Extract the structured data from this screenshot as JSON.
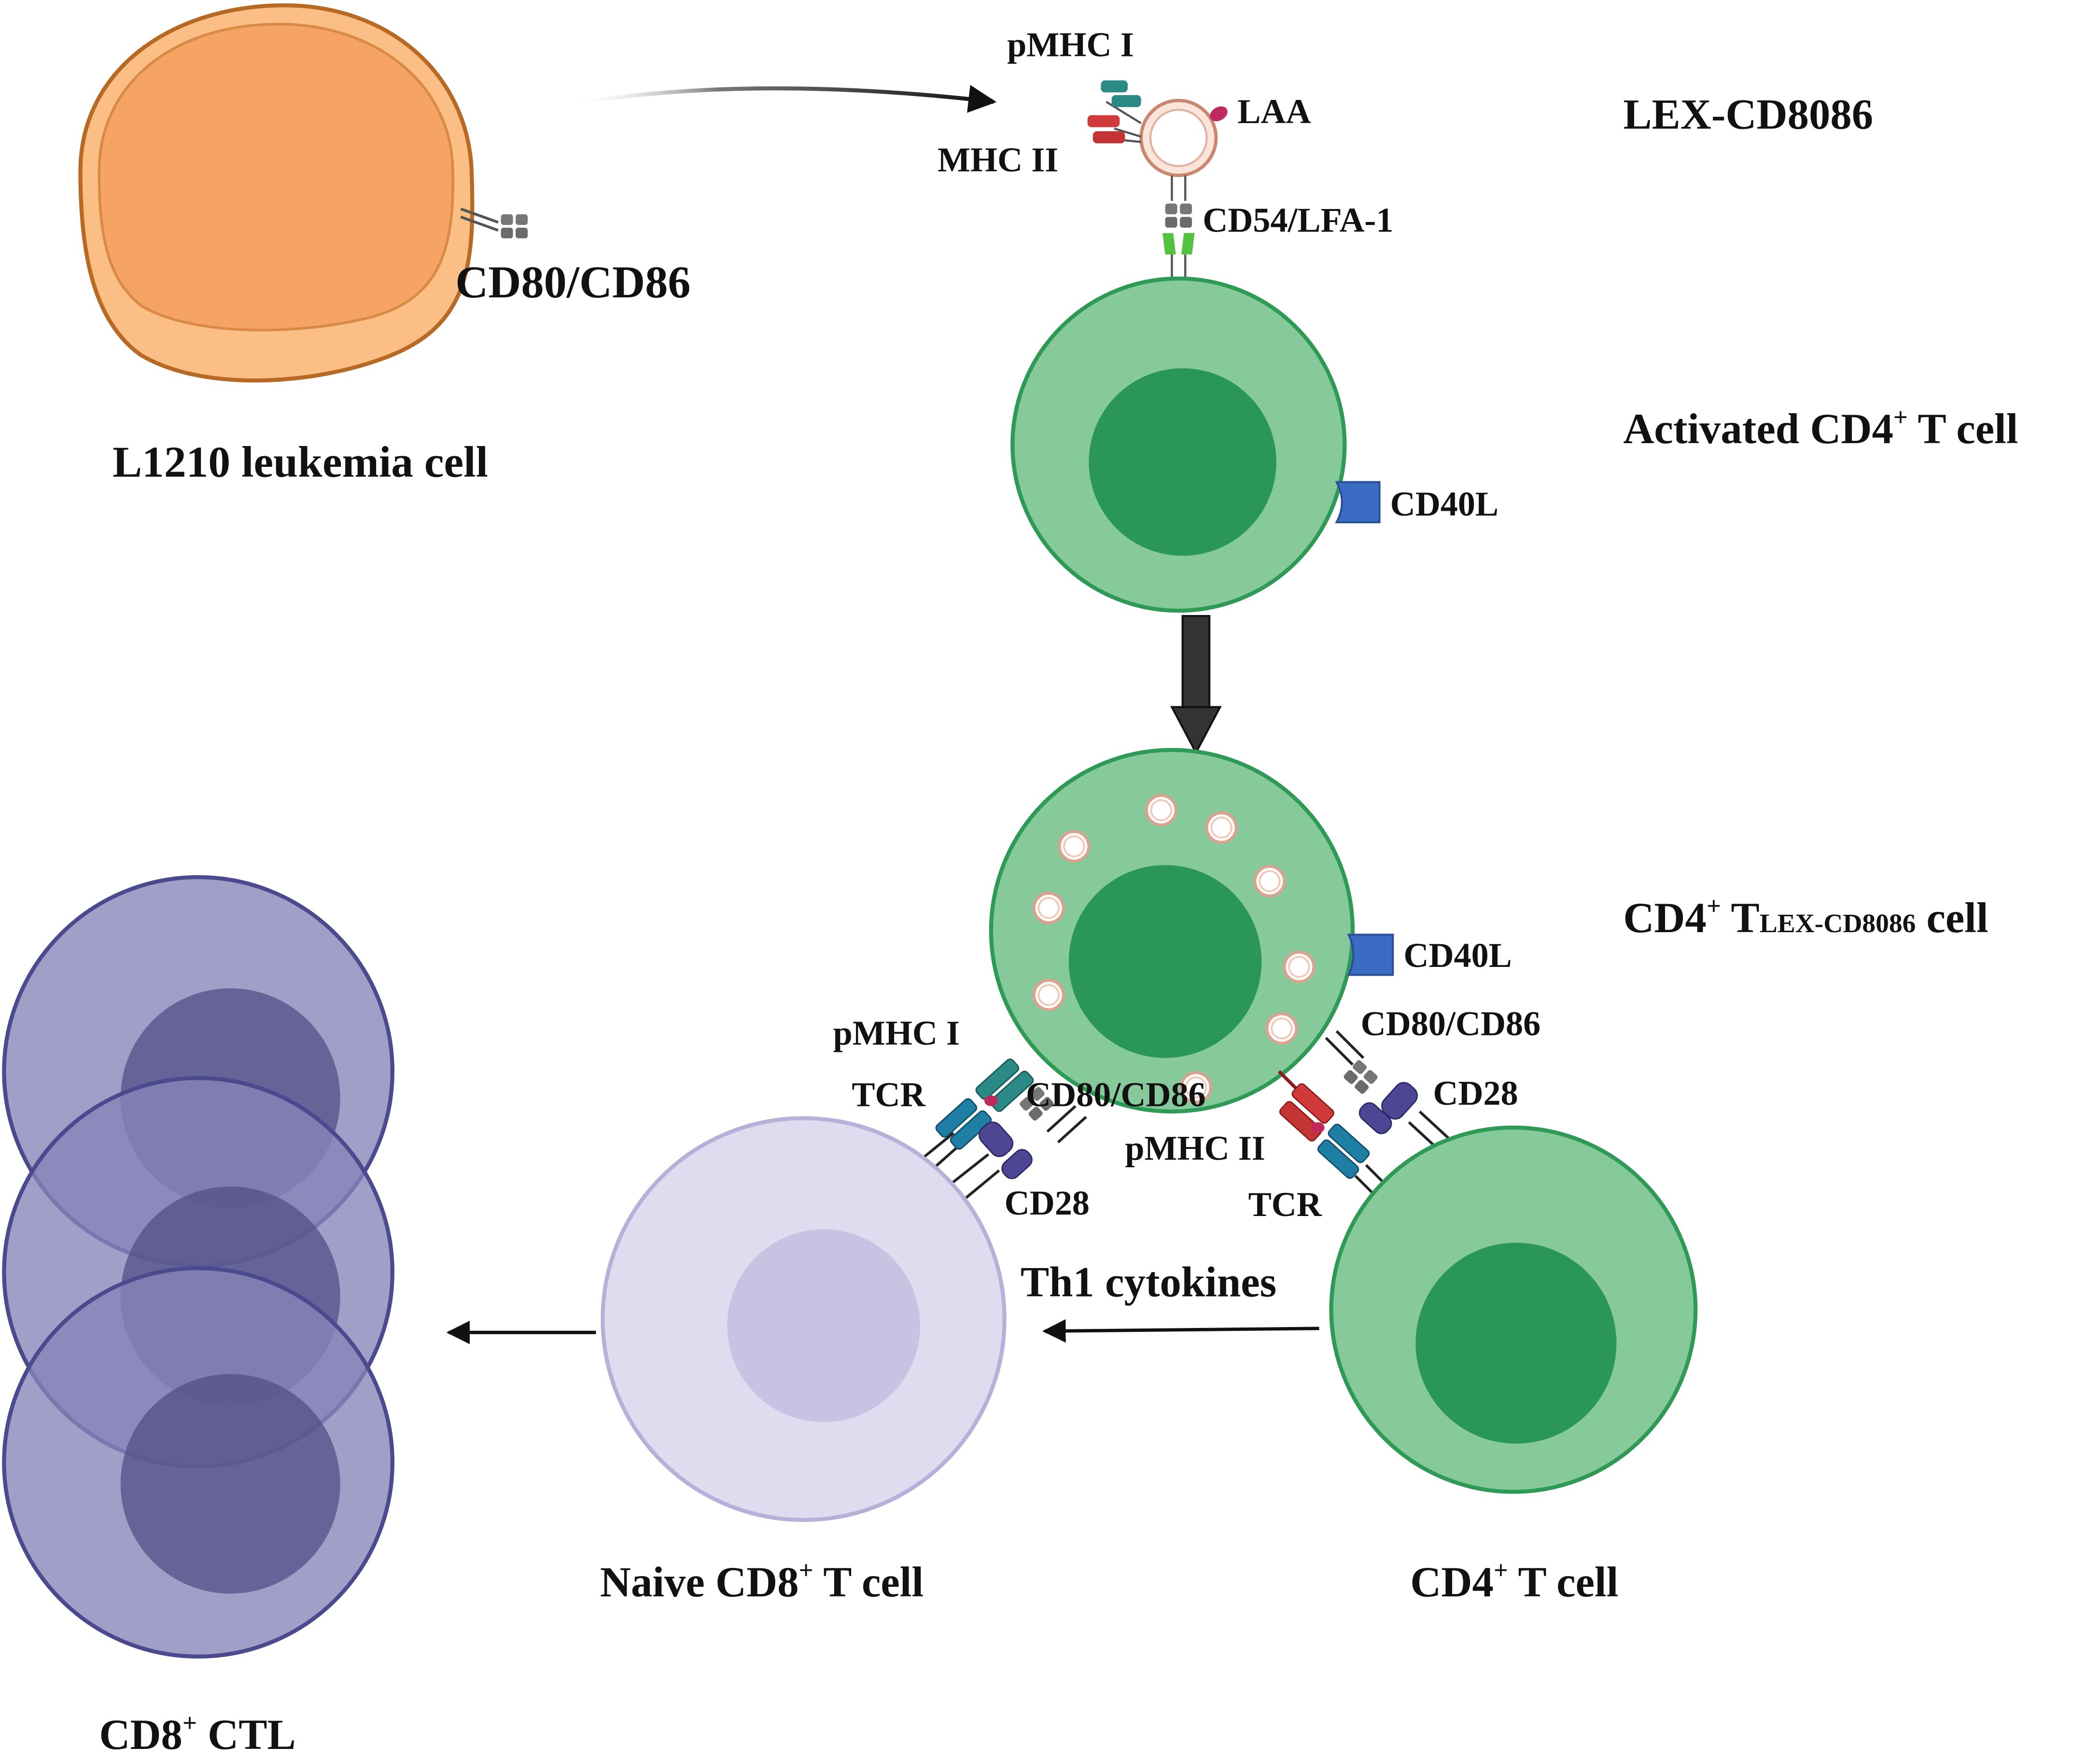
{
  "labels": {
    "leukemia_cell": "L1210 leukemia cell",
    "cd80_cd86_tumor": "CD80/CD86",
    "pmhc1_top": "pMHC I",
    "mhc2_top": "MHC II",
    "laa": "LAA",
    "cd54_lfa1": "CD54/LFA-1",
    "lex_title": "LEX-CD8086",
    "activated_cd4_main": "Activated CD4",
    "activated_cd4_sup": "+",
    "activated_cd4_tail": " T cell",
    "cd40l_top": "CD40L",
    "cd4_tlex_main": "CD4",
    "cd4_tlex_sup": "+",
    "cd4_tlex_t": " T",
    "cd4_tlex_sub": "LEX-CD8086",
    "cd4_tlex_tail": " cell",
    "cd40l_mid": "CD40L",
    "pmhc1_left": "pMHC I",
    "tcr_left": "TCR",
    "cd80_cd86_left": "CD80/CD86",
    "cd28_left": "CD28",
    "cd80_cd86_right": "CD80/CD86",
    "cd28_right": "CD28",
    "pmhc2_right": "pMHC II",
    "tcr_right": "TCR",
    "th1_cytokines": "Th1 cytokines",
    "naive_cd8_main": "Naive CD8",
    "naive_cd8_sup": "+",
    "naive_cd8_tail": " T cell",
    "cd4_t_main": "CD4",
    "cd4_t_sup": "+",
    "cd4_t_tail": " T cell",
    "cd8_ctl_main": "CD8",
    "cd8_ctl_sup": "+",
    "cd8_ctl_tail": " CTL"
  },
  "colors": {
    "leukemia_fill": "#f5a466",
    "leukemia_outer": "#fbbf85",
    "leukemia_stroke": "#b86a24",
    "tcell_fill": "#86c99a",
    "tcell_nucleus": "#2a9658",
    "tcell_stroke": "#2f9a55",
    "naive_fill": "#e0dcef",
    "naive_nucleus": "#c9c2e2",
    "naive_stroke": "#b9b0da",
    "ctl_fill": "#8784b8",
    "ctl_nucleus": "#55528a",
    "ctl_stroke": "#4c4a8e",
    "cd40l": "#3b6cc4",
    "pmhc1": "#2b8a86",
    "mhc2": "#d03a3a",
    "cd28": "#4d4693",
    "tcr": "#1f7ea4",
    "cd80": "#777777",
    "lfa1": "#55c23f",
    "laa": "#c02860",
    "vesicle_fill": "#ffffff",
    "vesicle_ring": "#e8b7a4"
  }
}
